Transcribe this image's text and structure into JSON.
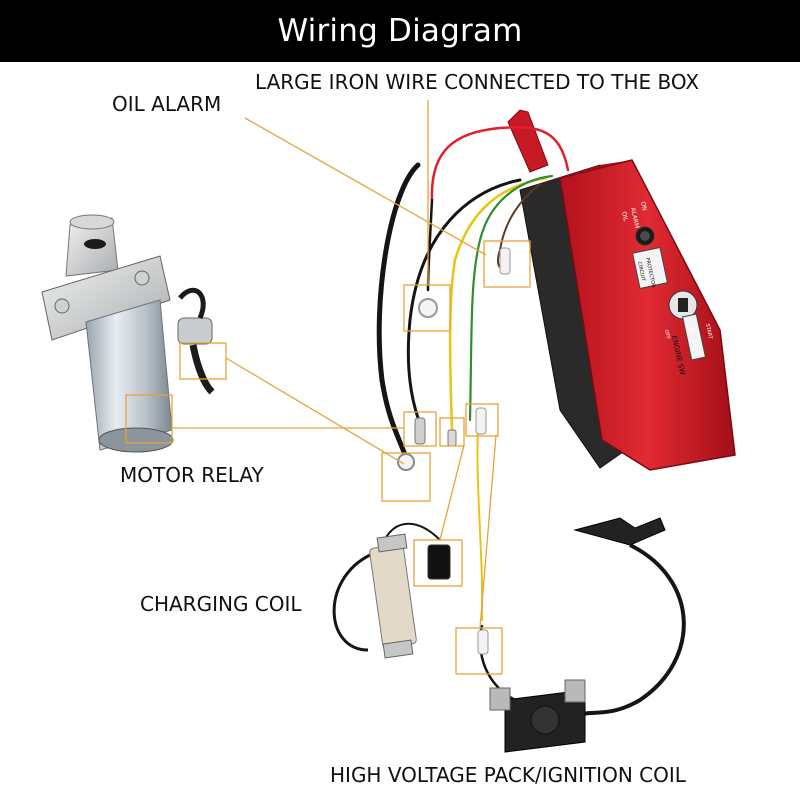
{
  "title": "Wiring Diagram",
  "labels": {
    "large_iron_wire": "LARGE IRON WIRE CONNECTED TO THE BOX",
    "oil_alarm": "OIL ALARM",
    "motor_relay": "MOTOR RELAY",
    "charging_coil": "CHARGING COIL",
    "ignition_coil": "HIGH VOLTAGE PACK/IGNITION COIL"
  },
  "switch_box": {
    "panel_text": [
      "OIL",
      "ALARM",
      "ON",
      "CIRCUIT",
      "PROTECTOR",
      "ENGINE SW",
      "OFF",
      "ON",
      "START"
    ]
  },
  "colors": {
    "callout_line": "#e6a33a",
    "box_red": "#d81e2a",
    "title_bar": "#000000"
  },
  "icons": [
    "starter-motor-icon",
    "engine-switch-box-icon",
    "charging-coil-icon",
    "ignition-coil-icon"
  ]
}
